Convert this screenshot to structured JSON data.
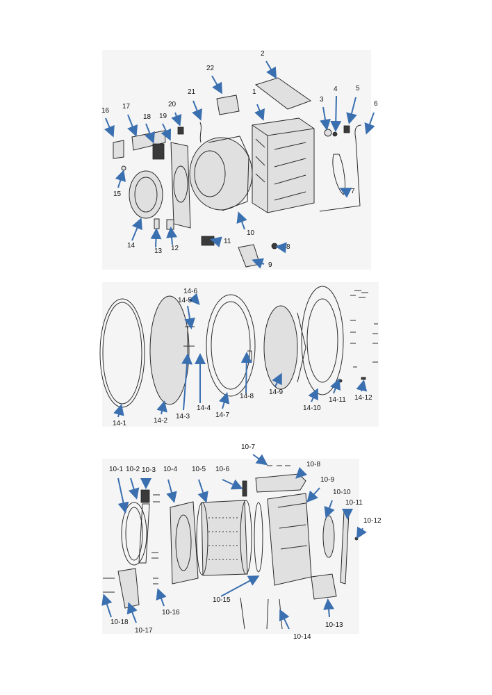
{
  "colors": {
    "arrow": "#3a6fb0",
    "panel": "#f5f5f5",
    "line": "#2b2b2b"
  },
  "panels": [
    {
      "name": "overall-assembly",
      "labels": [
        "1",
        "2",
        "3",
        "4",
        "5",
        "6",
        "7",
        "8",
        "9",
        "10",
        "11",
        "12",
        "13",
        "14",
        "15",
        "16",
        "17",
        "18",
        "19",
        "20",
        "21",
        "22"
      ]
    },
    {
      "name": "door-assembly",
      "labels": [
        "14-1",
        "14-2",
        "14-3",
        "14-4",
        "14-5",
        "14-6",
        "14-7",
        "14-8",
        "14-9",
        "14-10",
        "14-11",
        "14-12"
      ]
    },
    {
      "name": "tub-drum-assembly",
      "labels": [
        "10-1",
        "10-2",
        "10-3",
        "10-4",
        "10-5",
        "10-6",
        "10-7",
        "10-8",
        "10-9",
        "10-10",
        "10-11",
        "10-12",
        "10-13",
        "10-14",
        "10-15",
        "10-16",
        "10-17",
        "10-18"
      ]
    }
  ]
}
